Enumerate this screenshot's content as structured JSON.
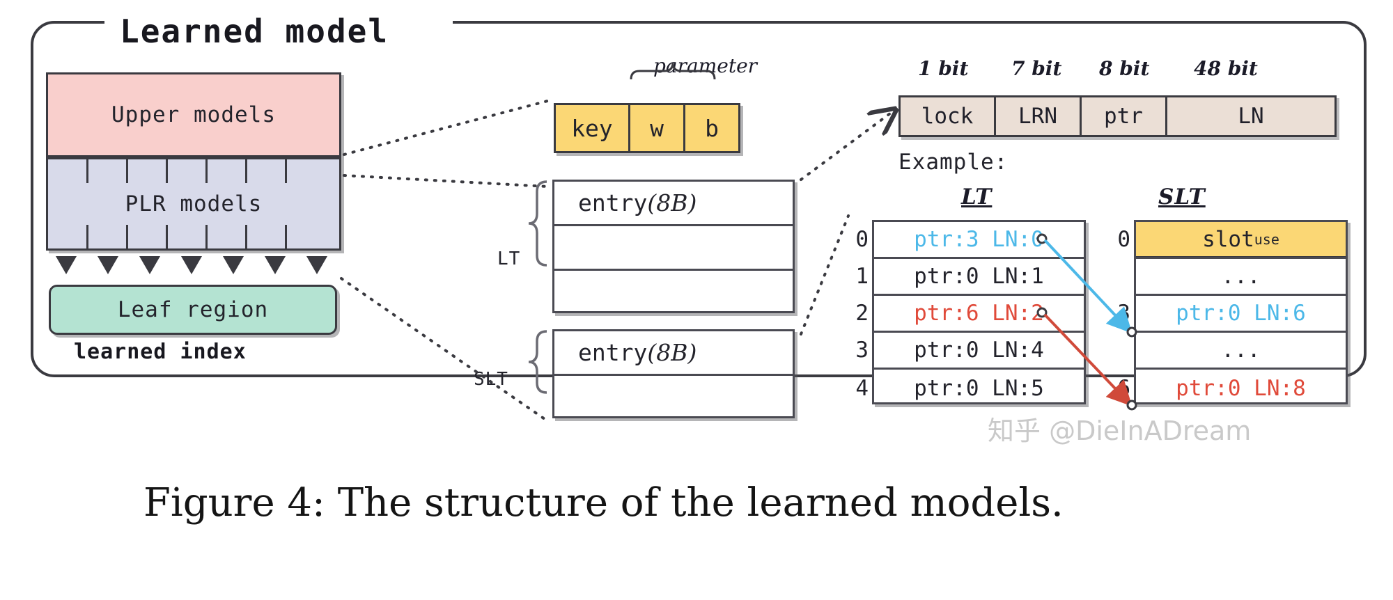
{
  "figure": {
    "title": "Learned model",
    "caption": "Figure 4: The structure of the learned models.",
    "watermark": "知乎 @DieInADream"
  },
  "colors": {
    "upper_models_fill": "#f9cfcc",
    "plr_models_fill": "#d8daea",
    "leaf_region_fill": "#b4e3d2",
    "key_param_fill": "#fbd775",
    "bitfield_fill": "#ebdfd6",
    "stroke": "#3a3a40",
    "blue_accent": "#4cb8e8",
    "red_accent": "#e04a3a"
  },
  "left_panel": {
    "upper_models": "Upper models",
    "plr_models": "PLR models",
    "leaf_region": "Leaf region",
    "learned_index": "learned index",
    "plr_segment_count": 7,
    "arrow_count": 7
  },
  "middle": {
    "parameter_label": "parameter",
    "key_cells": [
      "key",
      "w",
      "b"
    ],
    "lt_brace_label": "LT",
    "slt_brace_label": "SLT",
    "lt_entry": {
      "text": "entry ",
      "size": "(8B)"
    },
    "slt_entry": {
      "text": "entry ",
      "size": "(8B)"
    },
    "lt_empty_rows": 2,
    "slt_empty_rows": 1
  },
  "bitfield": {
    "widths": [
      "1 bit",
      "7 bit",
      "8 bit",
      "48 bit"
    ],
    "fields": [
      "lock",
      "LRN",
      "ptr",
      "LN"
    ]
  },
  "example": {
    "heading": "Example:",
    "lt": {
      "title": "LT",
      "rows": [
        {
          "index": "0",
          "text": "ptr:3 LN:0",
          "color": "blue"
        },
        {
          "index": "1",
          "text": "ptr:0 LN:1",
          "color": "dark"
        },
        {
          "index": "2",
          "text": "ptr:6 LN:2",
          "color": "red"
        },
        {
          "index": "3",
          "text": "ptr:0 LN:4",
          "color": "dark"
        },
        {
          "index": "4",
          "text": "ptr:0 LN:5",
          "color": "dark"
        }
      ]
    },
    "slt": {
      "title": "SLT",
      "rows": [
        {
          "index": "0",
          "text": "slot",
          "subscript": "use",
          "color": "slot"
        },
        {
          "index": "",
          "text": "...",
          "color": "dark"
        },
        {
          "index": "3",
          "text": "ptr:0 LN:6",
          "color": "blue"
        },
        {
          "index": "",
          "text": "...",
          "color": "dark"
        },
        {
          "index": "6",
          "text": "ptr:0 LN:8",
          "color": "red"
        }
      ]
    }
  }
}
